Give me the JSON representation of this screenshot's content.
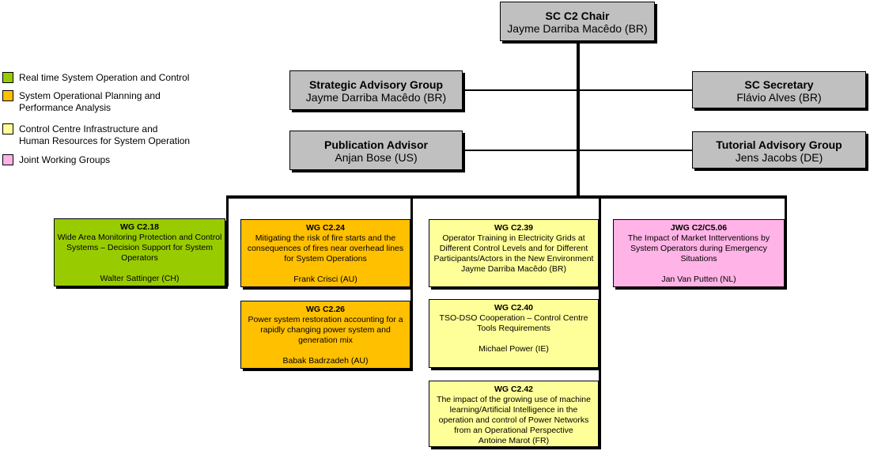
{
  "legend": [
    {
      "label": "Real time System Operation and Control",
      "color": "#99cc00"
    },
    {
      "label": "System Operational Planning and\nPerformance Analysis",
      "color": "#ffc000"
    },
    {
      "label": "Control Centre Infrastructure and\nHuman Resources for System Operation",
      "color": "#ffff99"
    },
    {
      "label": "Joint Working Groups",
      "color": "#ffb3e6"
    }
  ],
  "chair": {
    "title": "SC C2 Chair",
    "name": "Jayme Darriba Macêdo (BR)"
  },
  "strategic": {
    "title": "Strategic Advisory Group",
    "name": "Jayme Darriba Macêdo (BR)"
  },
  "secretary": {
    "title": "SC Secretary",
    "name": "Flávio Alves (BR)"
  },
  "publication": {
    "title": "Publication Advisor",
    "name": "Anjan Bose (US)"
  },
  "tutorial": {
    "title": "Tutorial Advisory Group",
    "name": "Jens Jacobs (DE)"
  },
  "wg": {
    "c218": {
      "code": "WG C2.18",
      "desc": "Wide Area Monitoring Protection and Control Systems – Decision Support for System Operators",
      "lead": "Walter Sattinger (CH)"
    },
    "c224": {
      "code": "WG C2.24",
      "desc": "Mitigating the risk of fire starts and the consequences of fires near overhead lines for System Operations",
      "lead": "Frank Crisci (AU)"
    },
    "c226": {
      "code": "WG C2.26",
      "desc": "Power system restoration accounting for a rapidly changing power system and generation mix",
      "lead": "Babak Badrzadeh (AU)"
    },
    "c239": {
      "code": "WG C2.39",
      "desc": "Operator Training in Electricity Grids at Different Control Levels and for Different Participants/Actors in the New Environment",
      "lead": "Jayme Darriba Macêdo (BR)"
    },
    "c240": {
      "code": "WG C2.40",
      "desc": "TSO-DSO Cooperation – Control Centre Tools Requirements",
      "lead": "Michael Power (IE)"
    },
    "c242": {
      "code": "WG C2.42",
      "desc": "The impact of the growing use of machine learning/Artificial Intelligence in the operation and control of Power Networks from an Operational Perspective",
      "lead": "Antoine Marot (FR)"
    },
    "c506": {
      "code": "JWG C2/C5.06",
      "desc": "The Impact of Market Intterventions by System Operators during Emergency Situations",
      "lead": "Jan Van Putten (NL)"
    }
  }
}
